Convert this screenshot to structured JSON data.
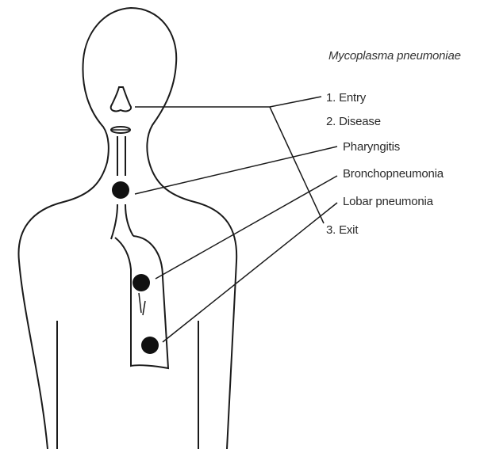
{
  "title": "Mycoplasma pneumoniae",
  "labels": {
    "entry": "1. Entry",
    "disease": "2. Disease",
    "pharyngitis": "Pharyngitis",
    "bronchopneumonia": "Bronchopneumonia",
    "lobar": "Lobar pneumonia",
    "exit": "3. Exit"
  },
  "colors": {
    "stroke": "#1a1a1a",
    "text": "#2a2a2a",
    "background": "#ffffff"
  }
}
